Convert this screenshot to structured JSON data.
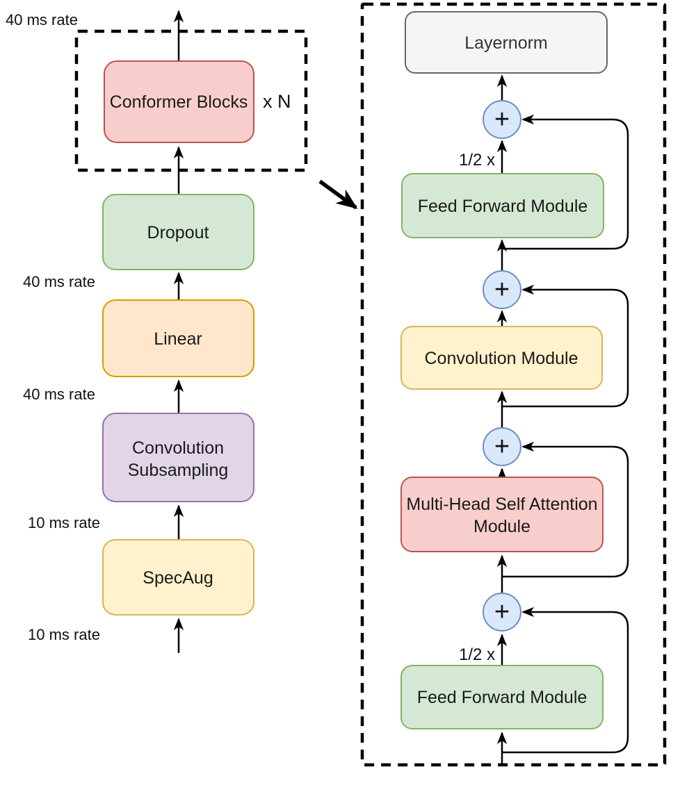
{
  "palette": {
    "red_fill": "#f8cecc",
    "red_stroke": "#b85450",
    "green_fill": "#d5e8d4",
    "green_stroke": "#82b366",
    "orange_fill": "#ffe6cc",
    "orange_stroke": "#d79b00",
    "purple_fill": "#e1d5e7",
    "purple_stroke": "#9673a6",
    "yellow_fill": "#fff2cc",
    "yellow_stroke": "#d6b656",
    "gray_fill": "#f5f5f5",
    "gray_stroke": "#666666",
    "blue_fill": "#dae8fc",
    "blue_stroke": "#6c8ebf",
    "line": "#000000"
  },
  "encoder": {
    "rate_labels": [
      "40 ms rate",
      "40 ms rate",
      "40 ms rate",
      "10 ms rate",
      "10 ms rate"
    ],
    "conformer_blocks": {
      "label": "Conformer Blocks",
      "repeat": "x N"
    },
    "dropout": {
      "label": "Dropout"
    },
    "linear": {
      "label": "Linear"
    },
    "conv_subsampling": {
      "line1": "Convolution",
      "line2": "Subsampling"
    },
    "specaug": {
      "label": "SpecAug"
    }
  },
  "conformer_block": {
    "layernorm": {
      "label": "Layernorm"
    },
    "ff_top": {
      "label": "Feed Forward Module",
      "scale": "1/2 x"
    },
    "conv_module": {
      "label": "Convolution Module"
    },
    "mhsa": {
      "line1": "Multi-Head Self Attention",
      "line2": "Module"
    },
    "ff_bottom": {
      "label": "Feed Forward Module",
      "scale": "1/2 x"
    },
    "plus_sign": "+"
  }
}
